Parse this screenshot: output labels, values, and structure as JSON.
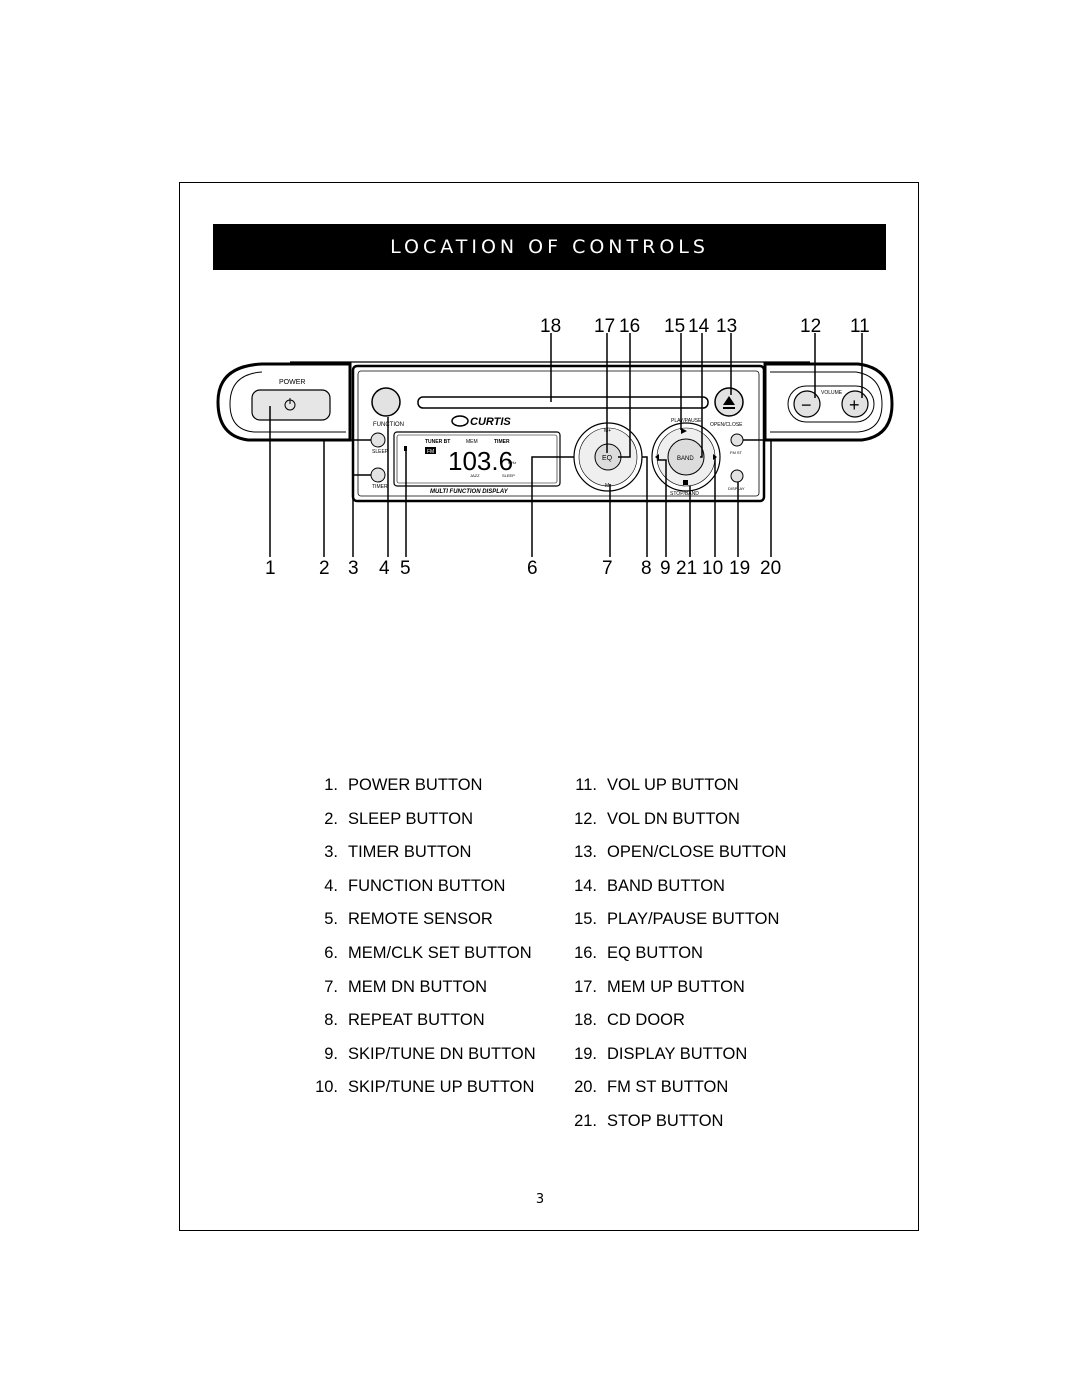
{
  "title": "LOCATION OF CONTROLS",
  "page_number": "3",
  "device": {
    "brand": "CURTIS",
    "labels": {
      "power": "POWER",
      "function": "FUNCTION",
      "sleep": "SLEEP",
      "timer": "TIMER",
      "lcd_tuner_bt": "TUNER BT",
      "lcd_mem": "MEM",
      "lcd_timer": "TIMER",
      "lcd_fm": "FM",
      "lcd_frequency": "103.6",
      "lcd_mhz": "MHz",
      "lcd_jazz": "JAZZ",
      "lcd_sleep": "SLEEP",
      "display_caption": "MULTI FUNCTION DISPLAY",
      "eq": "EQ",
      "mem_up": "M+",
      "mem_dn": "M-",
      "play_pause": "PLAY/PAUSE",
      "band": "BAND",
      "stop_band": "STOP/BAND",
      "open_close": "OPEN/CLOSE",
      "volume": "VOLUME",
      "fm_st": "FM ST",
      "display": "DISPLAY",
      "vol_minus": "−",
      "vol_plus": "+"
    }
  },
  "callouts_top": [
    "18",
    "17",
    "16",
    "15",
    "14",
    "13",
    "12",
    "11"
  ],
  "callouts_bottom": [
    "1",
    "2",
    "3",
    "4",
    "5",
    "6",
    "7",
    "8",
    "9",
    "21",
    "10",
    "19",
    "20"
  ],
  "legend_left": [
    {
      "num": "1.",
      "label": "POWER BUTTON"
    },
    {
      "num": "2.",
      "label": "SLEEP BUTTON"
    },
    {
      "num": "3.",
      "label": "TIMER BUTTON"
    },
    {
      "num": "4.",
      "label": "FUNCTION BUTTON"
    },
    {
      "num": "5.",
      "label": "REMOTE SENSOR"
    },
    {
      "num": "6.",
      "label": "MEM/CLK SET BUTTON"
    },
    {
      "num": "7.",
      "label": "MEM DN BUTTON"
    },
    {
      "num": "8.",
      "label": "REPEAT BUTTON"
    },
    {
      "num": "9.",
      "label": "SKIP/TUNE DN BUTTON"
    },
    {
      "num": "10.",
      "label": "SKIP/TUNE UP BUTTON"
    }
  ],
  "legend_right": [
    {
      "num": "11.",
      "label": "VOL UP BUTTON"
    },
    {
      "num": "12.",
      "label": "VOL DN BUTTON"
    },
    {
      "num": "13.",
      "label": "OPEN/CLOSE BUTTON"
    },
    {
      "num": "14.",
      "label": "BAND BUTTON"
    },
    {
      "num": "15.",
      "label": "PLAY/PAUSE BUTTON"
    },
    {
      "num": "16.",
      "label": "EQ BUTTON"
    },
    {
      "num": "17.",
      "label": "MEM UP BUTTON"
    },
    {
      "num": "18.",
      "label": "CD DOOR"
    },
    {
      "num": "19.",
      "label": "DISPLAY BUTTON"
    },
    {
      "num": "20.",
      "label": "FM ST BUTTON"
    },
    {
      "num": "21.",
      "label": "STOP BUTTON"
    }
  ]
}
